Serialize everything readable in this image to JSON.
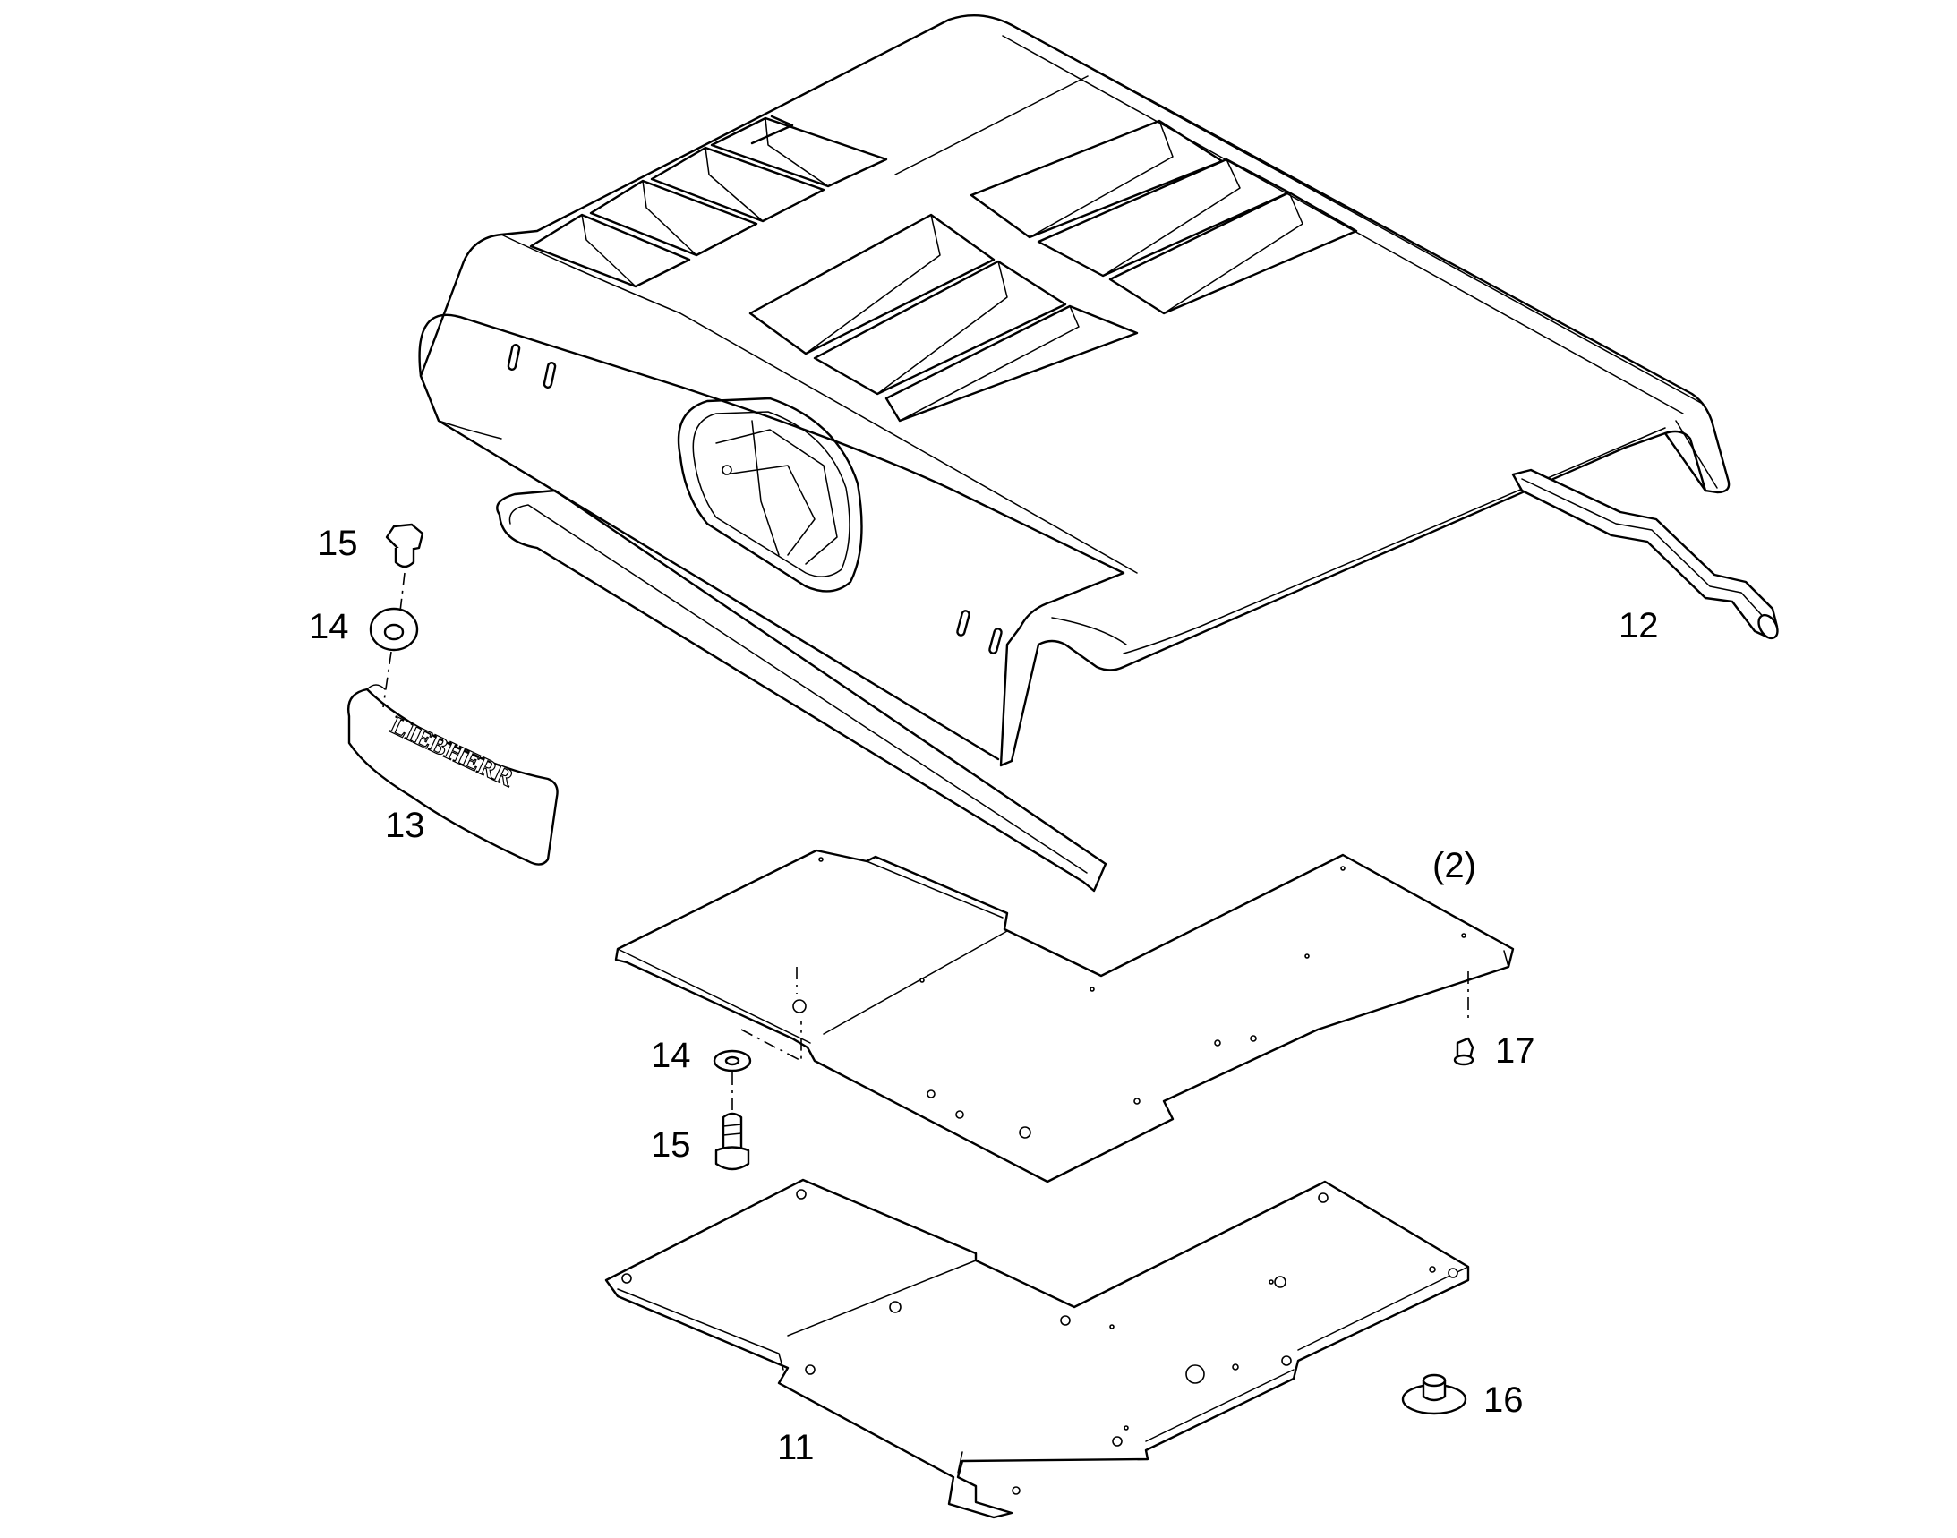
{
  "diagram": {
    "callouts": [
      {
        "id": "c11",
        "text": "11",
        "part": "floor-plate"
      },
      {
        "id": "c12",
        "text": "12",
        "part": "seal-strip"
      },
      {
        "id": "c13",
        "text": "13",
        "part": "logo-emblem"
      },
      {
        "id": "c14a",
        "text": "14",
        "part": "washer"
      },
      {
        "id": "c15a",
        "text": "15",
        "part": "screw"
      },
      {
        "id": "c14b",
        "text": "14",
        "part": "washer"
      },
      {
        "id": "c15b",
        "text": "15",
        "part": "screw"
      },
      {
        "id": "c16",
        "text": "16",
        "part": "rivet"
      },
      {
        "id": "c17",
        "text": "17",
        "part": "clip"
      },
      {
        "id": "c2",
        "text": "(2)",
        "part": "bracket-plate"
      }
    ],
    "emblem_text": "LIEBHERR"
  }
}
